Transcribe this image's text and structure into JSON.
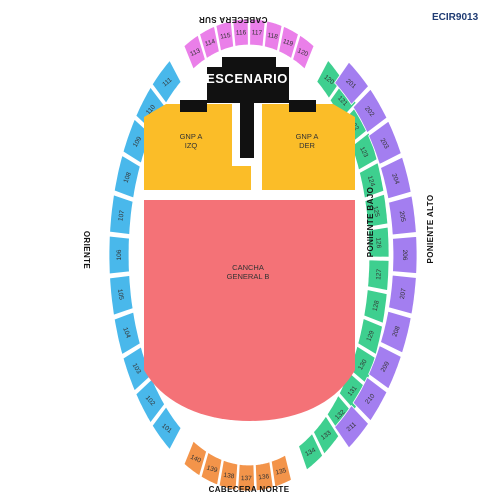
{
  "map": {
    "code": "ECIR9013",
    "stage_label": "ESCENARIO",
    "labels": {
      "south": "CABECERA SUR",
      "north": "CABECERA NORTE",
      "east": "ORIENTE",
      "west_low": "PONIENTE BAJO",
      "west_high": "PONIENTE ALTO"
    },
    "floor": {
      "gnp_left": [
        "GNP A",
        "IZQ"
      ],
      "gnp_right": [
        "GNP A",
        "DER"
      ],
      "general": [
        "CANCHA",
        "GENERAL B"
      ]
    },
    "colors": {
      "pink": "#ea7fe9",
      "blue": "#49b8eb",
      "green": "#3ecf8f",
      "purple": "#a37ef0",
      "orange": "#f3944a",
      "gold": "#fbbd28",
      "salmon": "#f47277",
      "stage": "#111111",
      "code": "#1f3b73"
    },
    "south_sections": [
      "120",
      "119",
      "118",
      "117",
      "116",
      "115",
      "114",
      "113"
    ],
    "east_sections": [
      "111",
      "110",
      "109",
      "108",
      "107",
      "106",
      "105",
      "104",
      "103",
      "102",
      "101"
    ],
    "north_sections": [
      "140",
      "139",
      "138",
      "137",
      "136",
      "135"
    ],
    "west_low_sections": [
      "134",
      "133",
      "132",
      "131",
      "130",
      "129",
      "128",
      "127",
      "126",
      "125",
      "124",
      "123",
      "122",
      "121",
      "120"
    ],
    "west_high_sections": [
      "211",
      "210",
      "209",
      "208",
      "207",
      "206",
      "205",
      "204",
      "203",
      "202",
      "201"
    ]
  }
}
